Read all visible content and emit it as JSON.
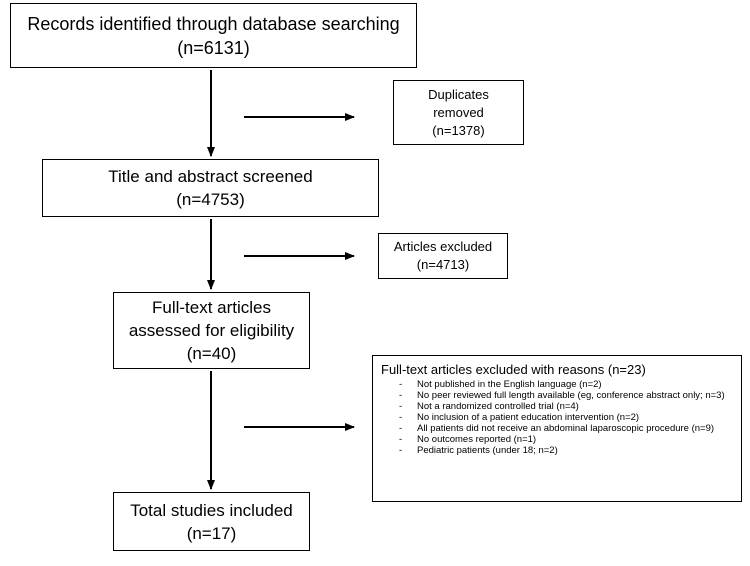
{
  "boxes": {
    "records": {
      "line1": "Records identified through database searching",
      "line2": "(n=6131)"
    },
    "duplicates": {
      "line1": "Duplicates",
      "line2": "removed",
      "line3": "(n=1378)"
    },
    "screened": {
      "line1": "Title and abstract screened",
      "line2": "(n=4753)"
    },
    "excluded": {
      "line1": "Articles excluded",
      "line2": "(n=4713)"
    },
    "fulltext": {
      "line1": "Full-text articles",
      "line2": "assessed for eligibility",
      "line3": "(n=40)"
    },
    "included": {
      "line1": "Total studies included",
      "line2": "(n=17)"
    }
  },
  "reasons": {
    "title": "Full-text articles excluded with reasons (n=23)",
    "bullet": "-",
    "items": [
      "Not published in the English language (n=2)",
      "No peer reviewed full length available (eg, conference abstract only; n=3)",
      "Not a randomized controlled trial (n=4)",
      "No inclusion of a patient education intervention (n=2)",
      "All patients did not receive an abdominal laparoscopic procedure (n=9)",
      "No outcomes reported (n=1)",
      "Pediatric patients (under 18; n=2)"
    ]
  }
}
